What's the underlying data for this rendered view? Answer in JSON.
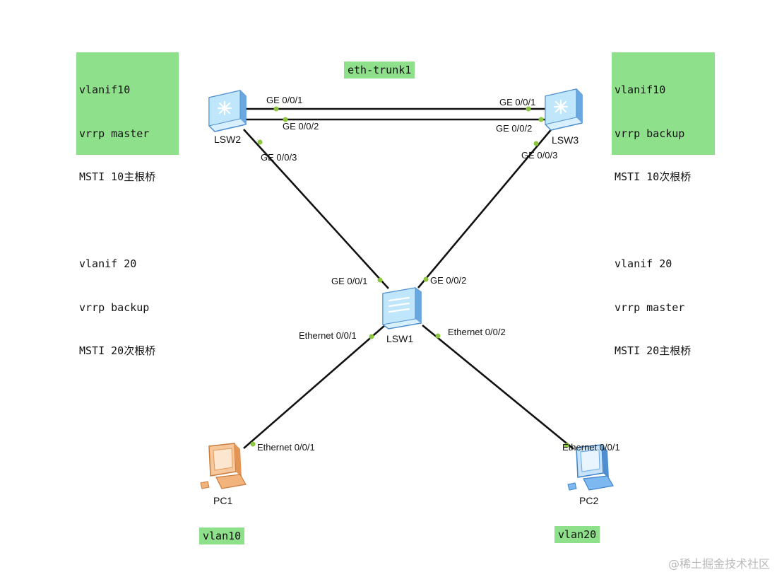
{
  "colors": {
    "note_bg": "#8fe08a",
    "link": "#111111",
    "port_dot": "#8cc63f",
    "switch_face": "#bfe6fb",
    "switch_edge": "#4f8fd0",
    "pc1_color": "#f3b37c",
    "pc2_color": "#7db9f0"
  },
  "notes": {
    "lsw2": {
      "line1": "vlanif10",
      "line2": "vrrp master",
      "line3": "MSTI 10主根桥",
      "line4": "vlanif 20",
      "line5": "vrrp backup",
      "line6": "MSTI 20次根桥"
    },
    "lsw3": {
      "line1": "vlanif10",
      "line2": "vrrp backup",
      "line3": "MSTI 10次根桥",
      "line4": "vlanif 20",
      "line5": "vrrp master",
      "line6": "MSTI 20主根桥"
    }
  },
  "trunk_label": "eth-trunk1",
  "devices": {
    "lsw1": {
      "name": "LSW1",
      "icon": "switch-icon"
    },
    "lsw2": {
      "name": "LSW2",
      "icon": "switch-icon"
    },
    "lsw3": {
      "name": "LSW3",
      "icon": "switch-icon"
    },
    "pc1": {
      "name": "PC1",
      "icon": "pc-icon"
    },
    "pc2": {
      "name": "PC2",
      "icon": "pc-icon"
    }
  },
  "ports": {
    "lsw2_g1": "GE 0/0/1",
    "lsw2_g2": "GE 0/0/2",
    "lsw2_g3": "GE 0/0/3",
    "lsw3_g1": "GE 0/0/1",
    "lsw3_g2": "GE 0/0/2",
    "lsw3_g3": "GE 0/0/3",
    "lsw1_g1": "GE 0/0/1",
    "lsw1_g2": "GE 0/0/2",
    "lsw1_e1": "Ethernet 0/0/1",
    "lsw1_e2": "Ethernet 0/0/2",
    "pc1_e1": "Ethernet 0/0/1",
    "pc2_e1": "Ethernet 0/0/1"
  },
  "vlans": {
    "pc1": "vlan10",
    "pc2": "vlan20"
  },
  "watermark": "@稀土掘金技术社区"
}
